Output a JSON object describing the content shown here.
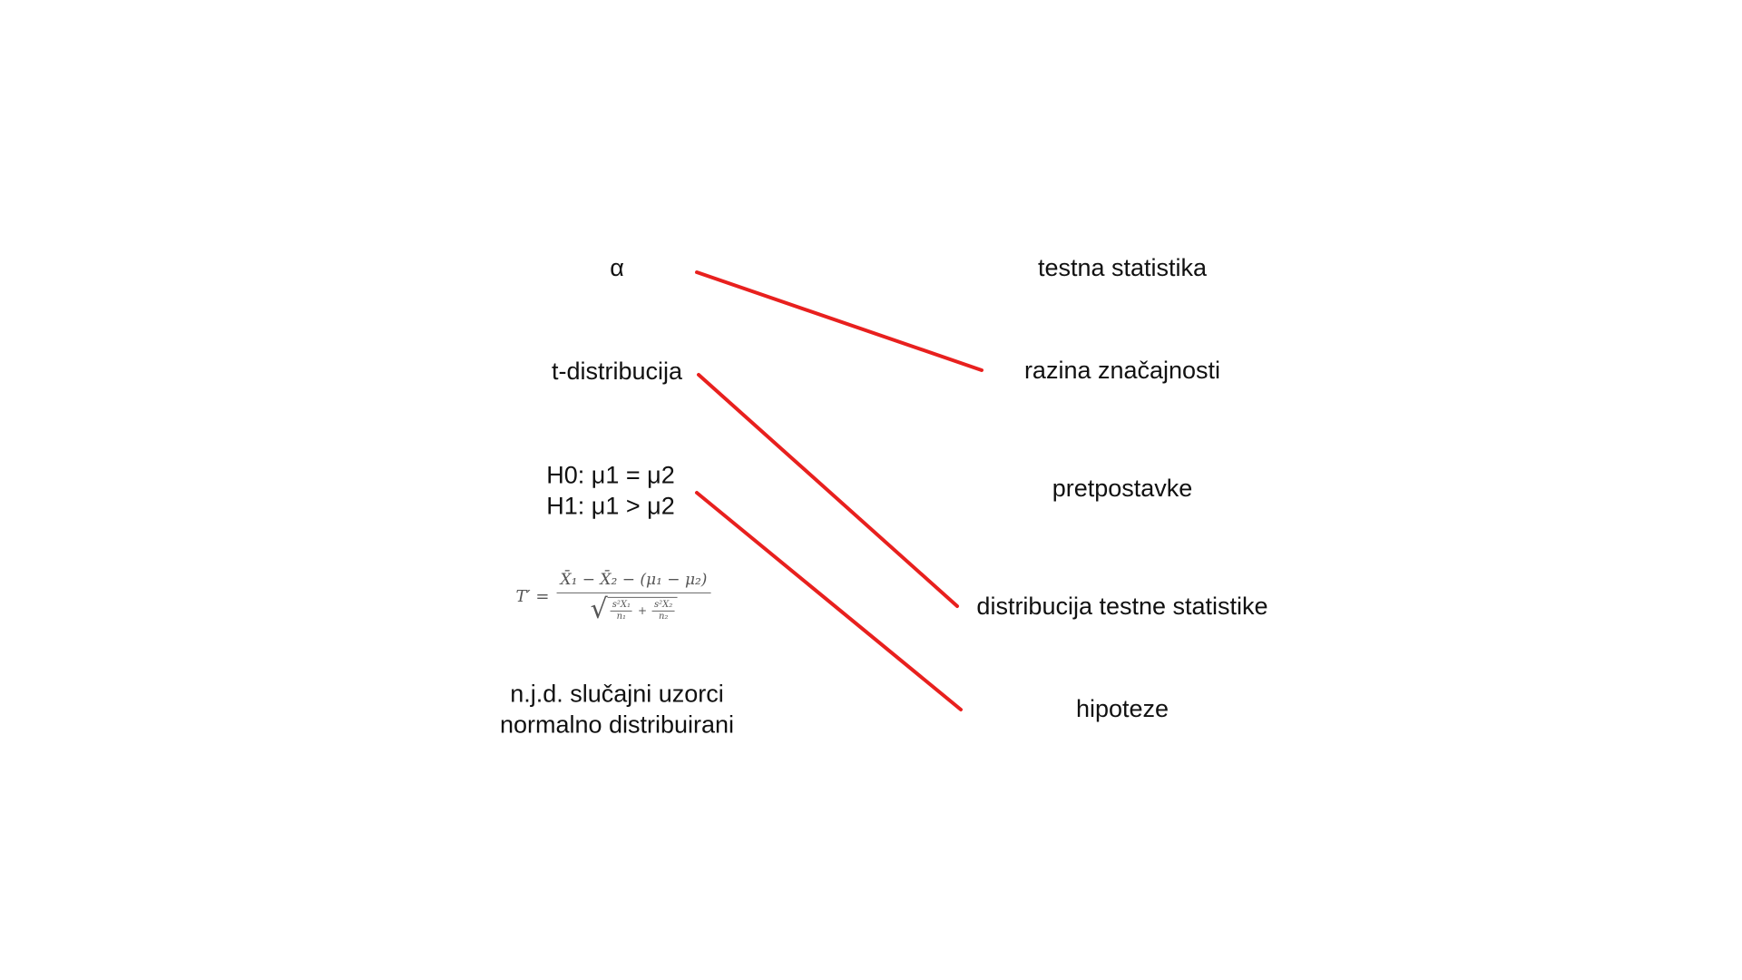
{
  "left_items": {
    "alpha": "α",
    "t_dist": "t-distribucija",
    "h0": "H0: μ1 = μ2",
    "h1": "H1: μ1 > μ2",
    "formula": {
      "lhs": "T′ =",
      "numerator": "X̄₁ − X̄₂ − (μ₁ − μ₂)",
      "term1_num": "s²X₁",
      "term1_den": "n₁",
      "plus": "+",
      "term2_num": "s²X₂",
      "term2_den": "n₂"
    },
    "assump_line1": "n.j.d. slučajni uzorci",
    "assump_line2": "normalno distribuirani"
  },
  "right_items": {
    "test_stat": "testna statistika",
    "significance": "razina značajnosti",
    "assumptions": "pretpostavke",
    "distribution": "distribucija testne statistike",
    "hypotheses": "hipoteze"
  },
  "connections": [
    {
      "from": "α",
      "to": "razina značajnosti"
    },
    {
      "from": "t-distribucija",
      "to": "distribucija testne statistike"
    },
    {
      "from": "H0/H1",
      "to": "hipoteze"
    }
  ],
  "line_color": "#e8201e"
}
